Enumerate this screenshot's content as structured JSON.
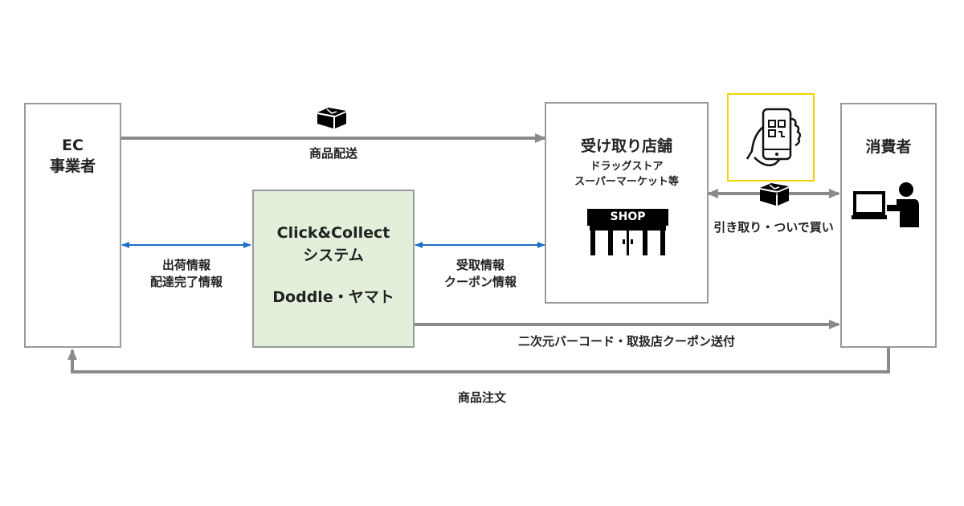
{
  "nodes": {
    "ec": {
      "line1": "EC",
      "line2": "事業者"
    },
    "system": {
      "line1": "Click&Collect",
      "line2": "システム",
      "line3": "Doddle・ヤマト"
    },
    "store": {
      "title": "受け取り店舗",
      "sub1": "ドラッグストア",
      "sub2": "スーパーマーケット等",
      "sign": "SHOP"
    },
    "consumer": {
      "title": "消費者"
    }
  },
  "edges": {
    "delivery": "商品配送",
    "ec_system_1": "出荷情報",
    "ec_system_2": "配達完了情報",
    "system_store_1": "受取情報",
    "system_store_2": "クーポン情報",
    "pickup": "引き取り・ついで買い",
    "barcode": "二次元バーコード・取扱店クーポン送付",
    "order": "商品注文"
  },
  "colors": {
    "line_gray": "#8a8a8a",
    "line_blue": "#1f6fc5",
    "system_fill": "#e2efda",
    "qr_frame": "#f2d500"
  },
  "icons": [
    "package-icon",
    "shop-icon",
    "smartphone-qr-icon",
    "person-computer-icon"
  ]
}
